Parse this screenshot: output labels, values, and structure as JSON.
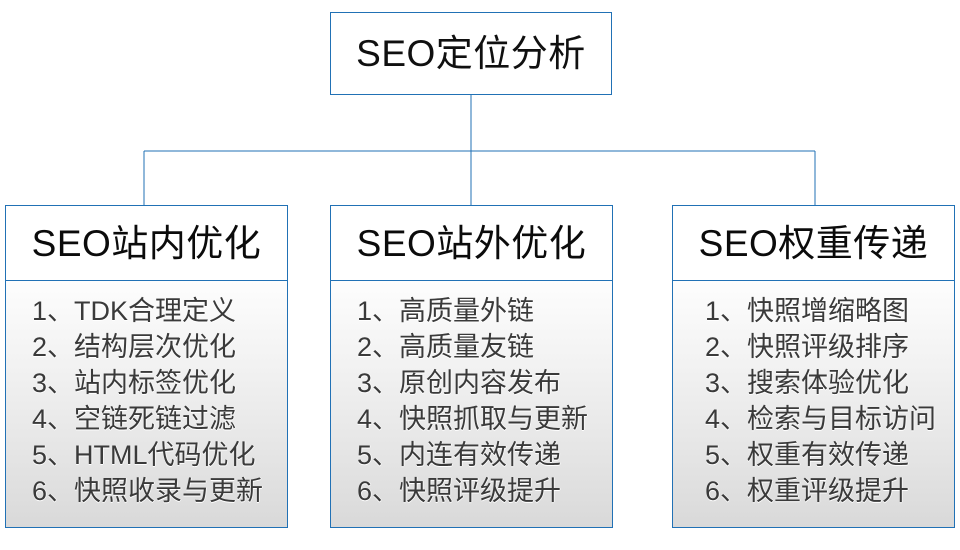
{
  "diagram": {
    "type": "org-chart",
    "title_node": {
      "label": "SEO定位分析"
    },
    "branches": [
      {
        "header": "SEO站内优化",
        "items": [
          "1、TDK合理定义",
          "2、结构层次优化",
          "3、站内标签优化",
          "4、空链死链过滤",
          "5、HTML代码优化",
          "6、快照收录与更新"
        ]
      },
      {
        "header": "SEO站外优化",
        "items": [
          "1、高质量外链",
          "2、高质量友链",
          "3、原创内容发布",
          "4、快照抓取与更新",
          "5、内连有效传递",
          "6、快照评级提升"
        ]
      },
      {
        "header": "SEO权重传递",
        "items": [
          "1、快照增缩略图",
          "2、快照评级排序",
          "3、搜索体验优化",
          "4、检索与目标访问",
          "5、权重有效传递",
          "6、权重评级提升"
        ]
      }
    ],
    "colors": {
      "border": "#2171b5",
      "node_fill": "#ffffff",
      "body_fill_top": "#fdfdfd",
      "body_fill_bottom": "#d9d9d9",
      "title_text": "#101010",
      "list_text": "#3a3a3a",
      "background": "#ffffff"
    }
  }
}
